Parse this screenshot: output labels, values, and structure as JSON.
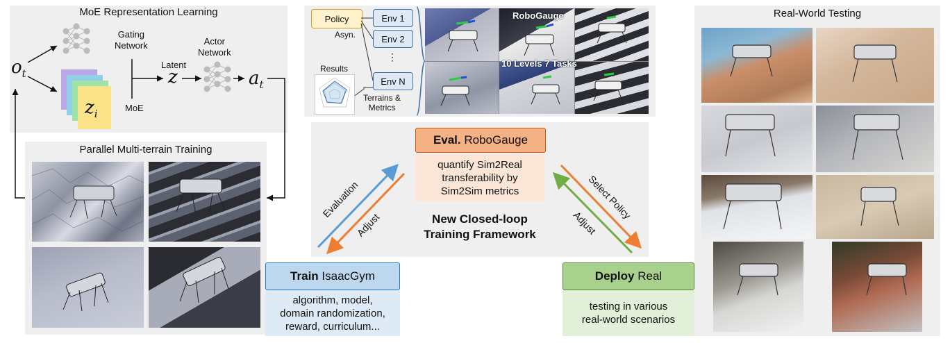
{
  "moe_panel": {
    "title": "MoE Representation Learning",
    "obs_symbol": "o",
    "obs_sub": "t",
    "gating_label": "Gating\nNetwork",
    "moe_label": "MoE",
    "latent_label": "Latent",
    "latent_symbol": "z",
    "actor_label": "Actor\nNetwork",
    "action_symbol": "a",
    "action_sub": "t",
    "expert_symbol": "z",
    "expert_sub": "i"
  },
  "terrain_panel": {
    "title": "Parallel Multi-terrain Training"
  },
  "robogauge_panel": {
    "policy_label": "Policy",
    "asyn_label": "Asyn.",
    "envs": [
      "Env 1",
      "Env 2",
      "⋮",
      "Env N"
    ],
    "results_label": "Results",
    "terrains_label": "Terrains &\nMetrics",
    "sim_title": "RoboGauge",
    "sim_caption": "10 Levels 7 Tasks"
  },
  "loop": {
    "eval_bold": "Eval.",
    "eval_rest": "RoboGauge",
    "eval_body": "quantify Sim2Real\ntransferability by\nSim2Sim metrics",
    "center_title": "New Closed-loop\nTraining Framework",
    "left_arrow_up": "Evaluation",
    "left_arrow_down": "Adjust",
    "right_arrow_down": "Select Policy",
    "right_arrow_up": "Adjust",
    "train_bold": "Train",
    "train_rest": "IsaacGym",
    "train_body": "algorithm, model,\ndomain randomization,\nreward, curriculum...",
    "deploy_bold": "Deploy",
    "deploy_rest": "Real",
    "deploy_body": "testing in various\nreal-world scenarios"
  },
  "real_panel": {
    "title": "Real-World Testing"
  },
  "colors": {
    "blue_arrow": "#5b9bd5",
    "orange_arrow": "#ed7d31",
    "green_arrow": "#70ad47",
    "eval_fill": "#f4b183",
    "eval_body_fill": "#fbe5d6",
    "train_fill": "#bdd7ee",
    "train_body_fill": "#deebf7",
    "deploy_fill": "#a9d18e",
    "deploy_body_fill": "#e2f0d9"
  }
}
